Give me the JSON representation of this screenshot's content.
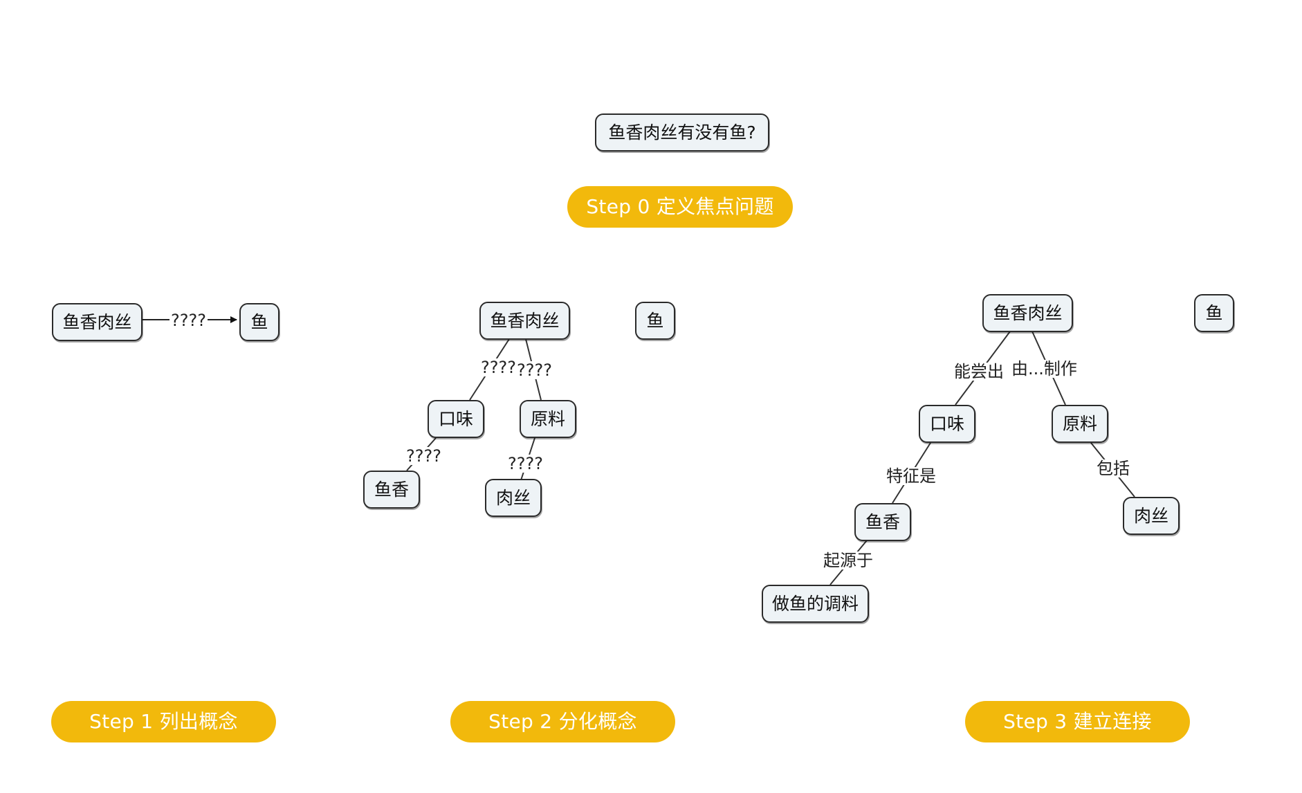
{
  "accent_color": "#f2b90c",
  "focus_question": "鱼香肉丝有没有鱼?",
  "steps": {
    "step0": "Step 0 定义焦点问题",
    "step1": "Step 1 列出概念",
    "step2": "Step 2 分化概念",
    "step3": "Step 3 建立连接"
  },
  "panel1": {
    "dish": "鱼香肉丝",
    "fish": "鱼",
    "link": "????"
  },
  "panel2": {
    "dish": "鱼香肉丝",
    "fish": "鱼",
    "flavor": "口味",
    "ingredients": "原料",
    "yuxiang": "鱼香",
    "shreds": "肉丝",
    "link_dish_flavor": "????",
    "link_dish_ingredients": "????",
    "link_flavor_yuxiang": "????",
    "link_ingredients_shreds": "????"
  },
  "panel3": {
    "dish": "鱼香肉丝",
    "fish": "鱼",
    "flavor": "口味",
    "ingredients": "原料",
    "yuxiang": "鱼香",
    "shreds": "肉丝",
    "seasoning": "做鱼的调料",
    "link_dish_flavor": "能尝出",
    "link_dish_ingredients": "由...制作",
    "link_flavor_yuxiang": "特征是",
    "link_ingredients_shreds": "包括",
    "link_yuxiang_seasoning": "起源于"
  }
}
